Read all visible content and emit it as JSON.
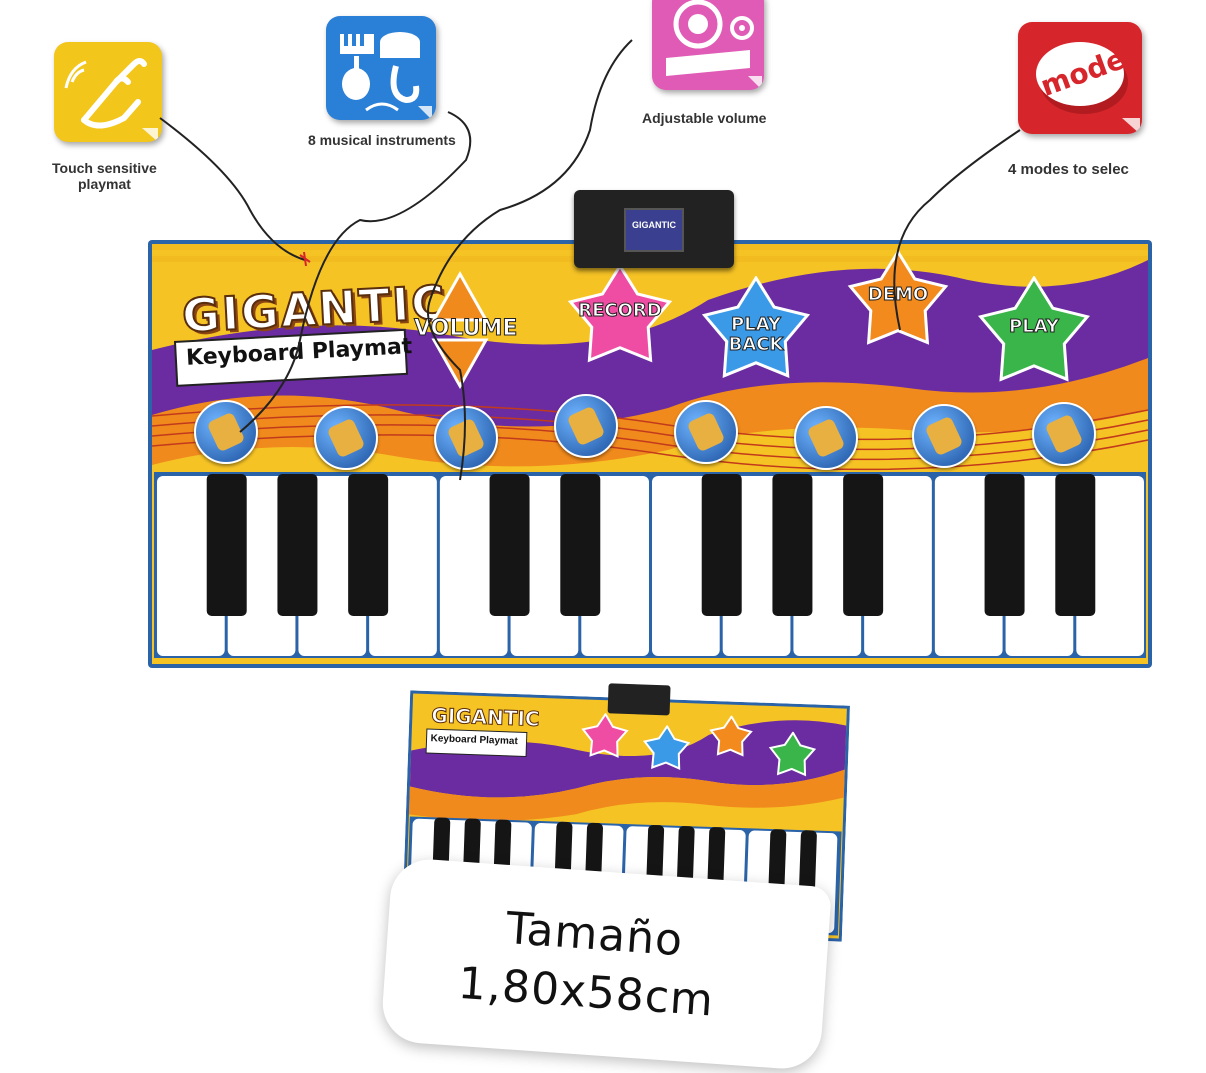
{
  "features": {
    "touch": {
      "caption_line1": "Touch sensitive",
      "caption_line2": "playmat",
      "icon": "hand-touch-icon",
      "color": "#f3c61b"
    },
    "instruments": {
      "caption": "8 musical instruments",
      "icon": "instruments-icon",
      "color": "#2a7fd6"
    },
    "volume": {
      "caption": "Adjustable volume",
      "icon": "speaker-icon",
      "color": "#e05bb5"
    },
    "mode": {
      "caption": "4 modes to selec",
      "button_label": "mode",
      "icon": "mode-button-icon",
      "color": "#d7262b"
    }
  },
  "mat": {
    "title_line1": "GIGANTIC",
    "title_line2": "Keyboard Playmat",
    "volume_label": "VOLUME",
    "stars": [
      {
        "label_line1": "RECORD",
        "label_line2": "",
        "color": "#ee4da3"
      },
      {
        "label_line1": "PLAY",
        "label_line2": "BACK",
        "color": "#3b9ae8"
      },
      {
        "label_line1": "DEMO",
        "label_line2": "",
        "color": "#f28a1e"
      },
      {
        "label_line1": "PLAY",
        "label_line2": "",
        "color": "#39b54a"
      }
    ],
    "instruments": [
      "piano-icon",
      "saxophone-icon",
      "violin-icon",
      "accordion-icon",
      "trumpet-icon",
      "harp-icon",
      "xylophone-icon",
      "guitar-icon"
    ],
    "control_box_label": "GIGANTIC"
  },
  "size_card": {
    "line1": "Tamaño",
    "line2": "1,80x58cm"
  },
  "colors": {
    "yellow_band": "#f6c325",
    "purple_band": "#6a2ca0",
    "orange_band": "#f08a1c",
    "mat_border": "#2b63a8",
    "key_white": "#ffffff",
    "key_black": "#151515"
  }
}
